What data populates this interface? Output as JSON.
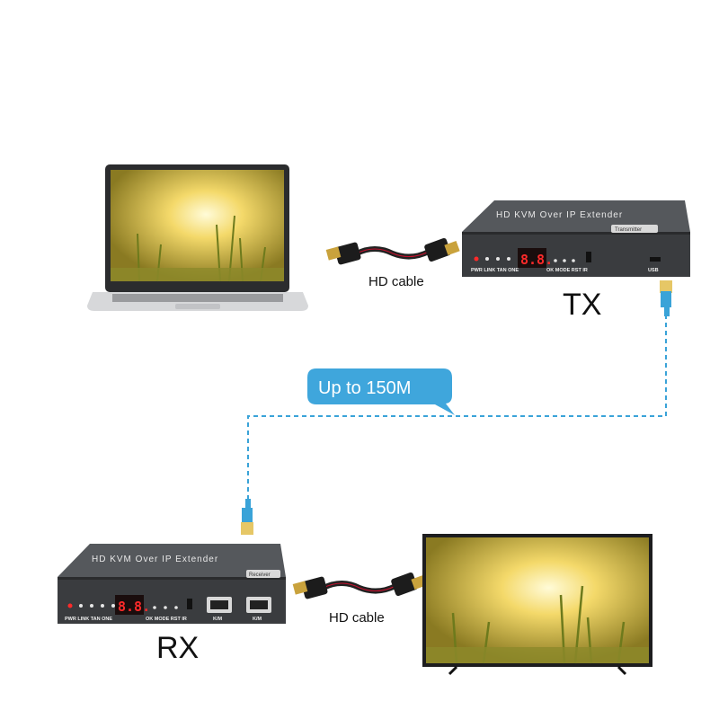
{
  "labels": {
    "tx": "TX",
    "rx": "RX",
    "hd_cable_top": "HD cable",
    "hd_cable_bottom": "HD cable",
    "distance": "Up to 150M"
  },
  "tx_device": {
    "title": "HD KVM Over IP Extender",
    "badge": "Transmitter",
    "display": "8.8.",
    "leds_label": "PWR LINK TAN ONE",
    "buttons_label": "OK MODE RST  IR",
    "port_label": "USB"
  },
  "rx_device": {
    "title": "HD KVM Over IP Extender",
    "badge": "Receiver",
    "display": "8.8.",
    "leds_label": "PWR LINK TAN ONE",
    "buttons_label": "OK MODE RST  IR",
    "port1_label": "K/M",
    "port2_label": "K/M"
  },
  "colors": {
    "network_line": "#3aa3d8",
    "bubble": "#3fa6dc",
    "device_body": "#3a3c3f",
    "led_red": "#ff2a2a"
  }
}
